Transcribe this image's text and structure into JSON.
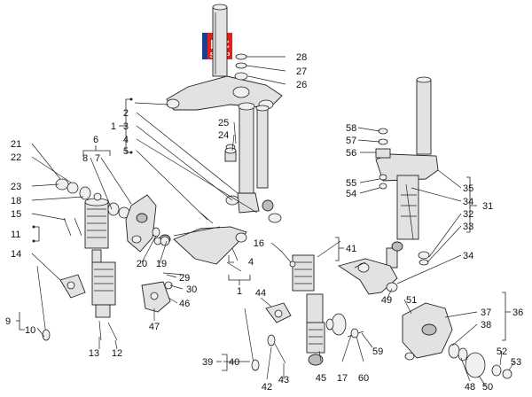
{
  "logo": {
    "line1": "HC",
    "line2": "SHOP",
    "colors": {
      "red": "#e0211b",
      "blue": "#1d3f8f"
    }
  },
  "labels": [
    "28",
    "27",
    "26",
    "1",
    "2",
    "3",
    "4",
    "5",
    "25",
    "24",
    "21",
    "22",
    "6",
    "8",
    "7",
    "23",
    "18",
    "15",
    "11",
    "14",
    "9",
    "10",
    "13",
    "12",
    "20",
    "19",
    "29",
    "30",
    "46",
    "47",
    "4",
    "1",
    "58",
    "57",
    "56",
    "55",
    "54",
    "35",
    "34",
    "32",
    "33",
    "31",
    "16",
    "41",
    "44",
    "45",
    "17",
    "60",
    "59",
    "39",
    "40",
    "42",
    "43",
    "34",
    "49",
    "51",
    "37",
    "38",
    "36",
    "52",
    "53",
    "48",
    "50"
  ]
}
